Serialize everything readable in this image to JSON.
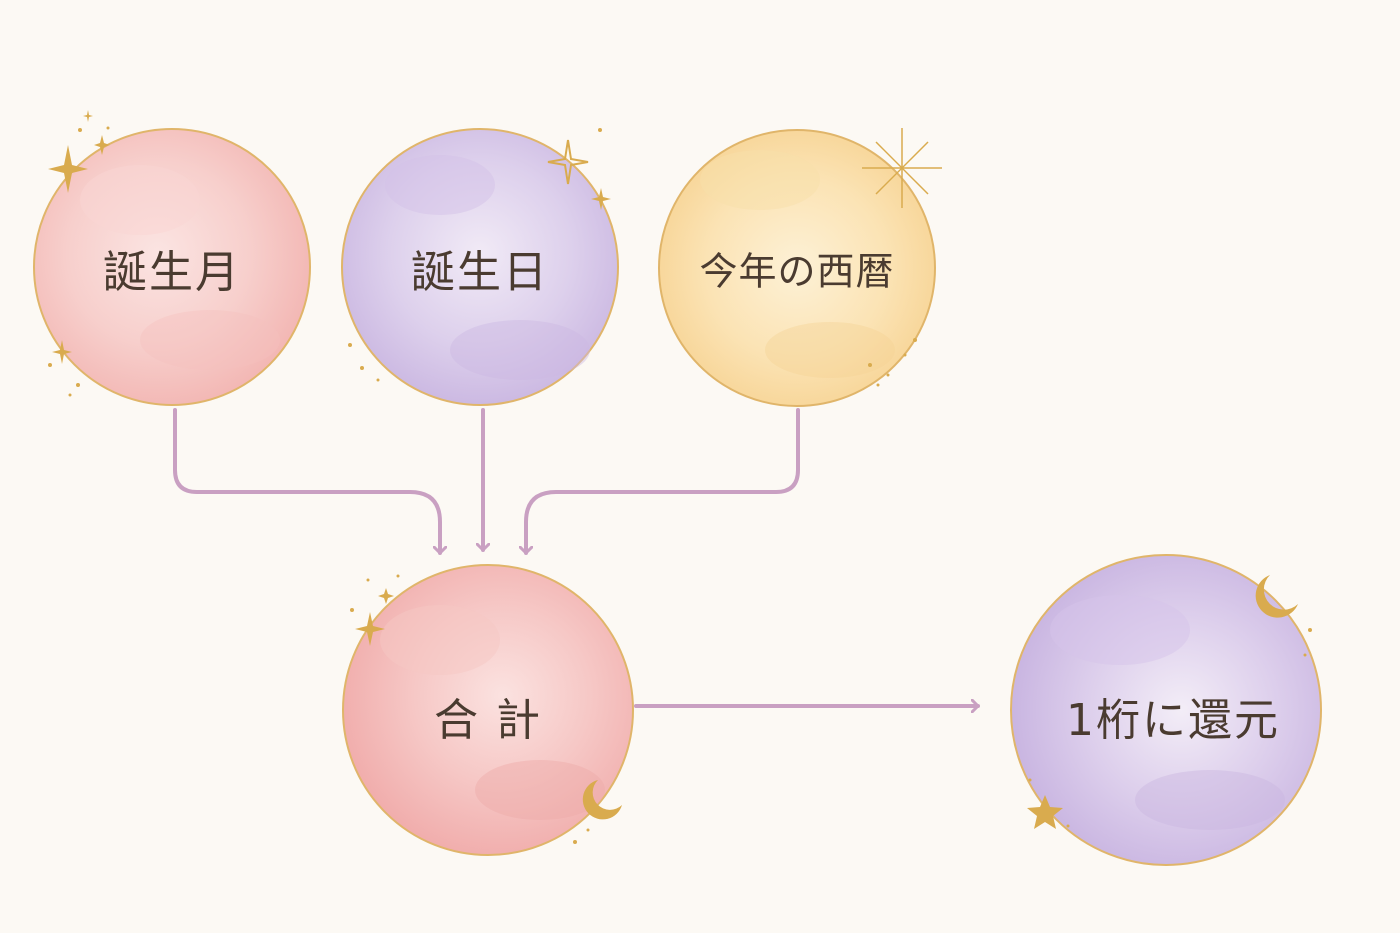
{
  "nodes": {
    "birth_month": {
      "label": "誕生月",
      "color": "#f3b5b3"
    },
    "birth_day": {
      "label": "誕生日",
      "color": "#cdb9e2"
    },
    "current_year": {
      "label": "今年の西暦",
      "color": "#f8d99b"
    },
    "sum": {
      "label": "合 計",
      "color": "#f4b0b0"
    },
    "reduce": {
      "label": "1桁に還元",
      "color": "#cbb6e0"
    }
  },
  "colors": {
    "background": "#fcf9f4",
    "arrow": "#c9a0c2",
    "gold": "#d9ab4e",
    "text": "#4a3b30"
  }
}
